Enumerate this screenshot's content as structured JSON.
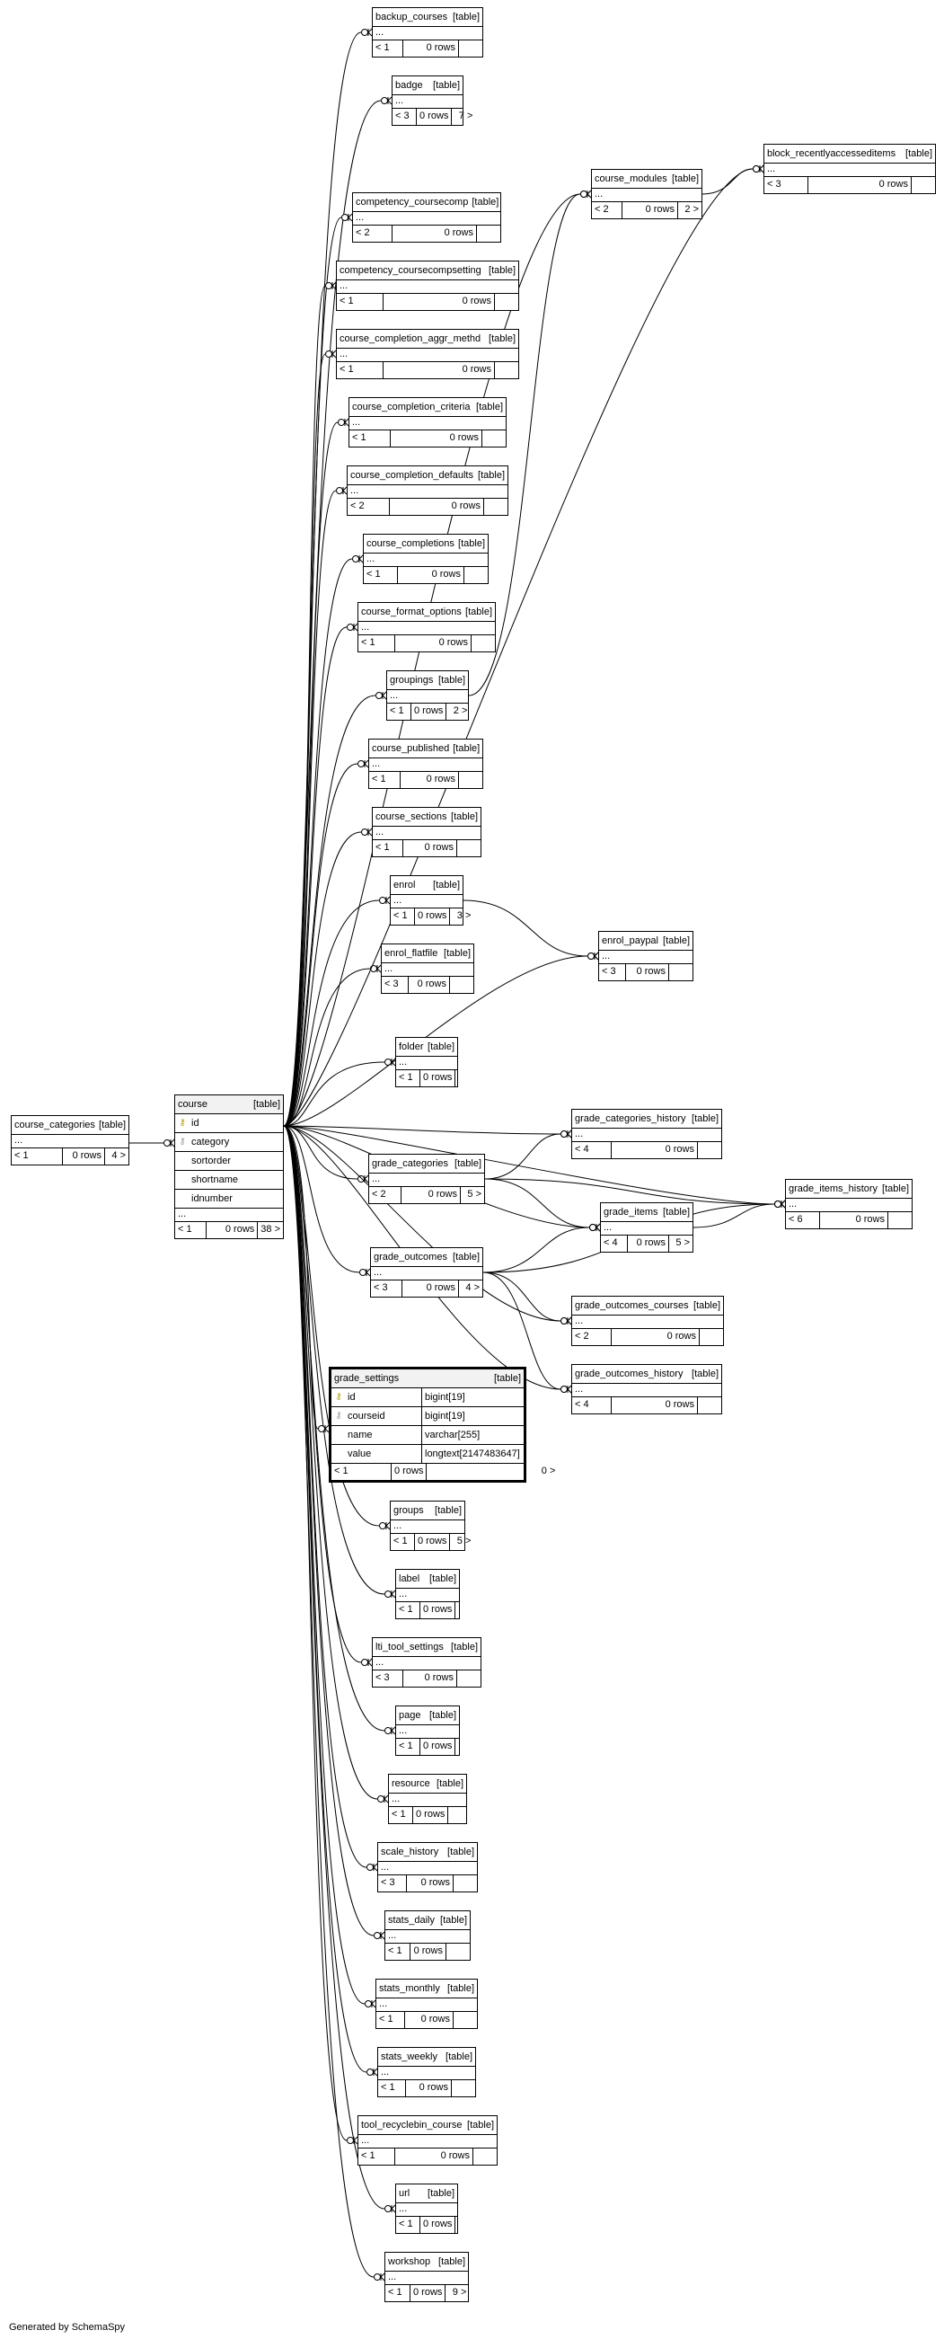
{
  "footer": "Generated by SchemaSpy",
  "tag": "[table]",
  "tables": {
    "course": {
      "name": "course",
      "columns": [
        {
          "name": "id",
          "key": "pk"
        },
        {
          "name": "category",
          "key": "fk"
        },
        {
          "name": "sortorder",
          "key": ""
        },
        {
          "name": "shortname",
          "key": ""
        },
        {
          "name": "idnumber",
          "key": ""
        }
      ],
      "parents": "< 1",
      "rows": "0 rows",
      "children": "38 >"
    },
    "course_categories": {
      "name": "course_categories",
      "parents": "< 1",
      "rows": "0 rows",
      "children": "4 >"
    },
    "grade_settings": {
      "name": "grade_settings",
      "columns": [
        {
          "name": "id",
          "key": "pk",
          "type": "bigint[19]"
        },
        {
          "name": "courseid",
          "key": "fk",
          "type": "bigint[19]"
        },
        {
          "name": "name",
          "key": "",
          "type": "varchar[255]"
        },
        {
          "name": "value",
          "key": "",
          "type": "longtext[2147483647]"
        }
      ],
      "parents": "< 1",
      "rows": "0 rows",
      "children": "0 >"
    },
    "backup_courses": {
      "name": "backup_courses",
      "parents": "< 1",
      "rows": "0 rows",
      "children": ""
    },
    "badge": {
      "name": "badge",
      "parents": "< 3",
      "rows": "0 rows",
      "children": "7 >"
    },
    "competency_coursecomp": {
      "name": "competency_coursecomp",
      "parents": "< 2",
      "rows": "0 rows",
      "children": ""
    },
    "competency_coursecompsetting": {
      "name": "competency_coursecompsetting",
      "parents": "< 1",
      "rows": "0 rows",
      "children": ""
    },
    "course_completion_aggr_methd": {
      "name": "course_completion_aggr_methd",
      "parents": "< 1",
      "rows": "0 rows",
      "children": ""
    },
    "course_completion_criteria": {
      "name": "course_completion_criteria",
      "parents": "< 1",
      "rows": "0 rows",
      "children": ""
    },
    "course_completion_defaults": {
      "name": "course_completion_defaults",
      "parents": "< 2",
      "rows": "0 rows",
      "children": ""
    },
    "course_completions": {
      "name": "course_completions",
      "parents": "< 1",
      "rows": "0 rows",
      "children": ""
    },
    "course_format_options": {
      "name": "course_format_options",
      "parents": "< 1",
      "rows": "0 rows",
      "children": ""
    },
    "groupings": {
      "name": "groupings",
      "parents": "< 1",
      "rows": "0 rows",
      "children": "2 >"
    },
    "course_published": {
      "name": "course_published",
      "parents": "< 1",
      "rows": "0 rows",
      "children": ""
    },
    "course_sections": {
      "name": "course_sections",
      "parents": "< 1",
      "rows": "0 rows",
      "children": ""
    },
    "enrol": {
      "name": "enrol",
      "parents": "< 1",
      "rows": "0 rows",
      "children": "3 >"
    },
    "enrol_flatfile": {
      "name": "enrol_flatfile",
      "parents": "< 3",
      "rows": "0 rows",
      "children": ""
    },
    "folder": {
      "name": "folder",
      "parents": "< 1",
      "rows": "0 rows",
      "children": ""
    },
    "grade_categories": {
      "name": "grade_categories",
      "parents": "< 2",
      "rows": "0 rows",
      "children": "5 >"
    },
    "grade_outcomes": {
      "name": "grade_outcomes",
      "parents": "< 3",
      "rows": "0 rows",
      "children": "4 >"
    },
    "groups": {
      "name": "groups",
      "parents": "< 1",
      "rows": "0 rows",
      "children": "5 >"
    },
    "label": {
      "name": "label",
      "parents": "< 1",
      "rows": "0 rows",
      "children": ""
    },
    "lti_tool_settings": {
      "name": "lti_tool_settings",
      "parents": "< 3",
      "rows": "0 rows",
      "children": ""
    },
    "page": {
      "name": "page",
      "parents": "< 1",
      "rows": "0 rows",
      "children": ""
    },
    "resource": {
      "name": "resource",
      "parents": "< 1",
      "rows": "0 rows",
      "children": ""
    },
    "scale_history": {
      "name": "scale_history",
      "parents": "< 3",
      "rows": "0 rows",
      "children": ""
    },
    "stats_daily": {
      "name": "stats_daily",
      "parents": "< 1",
      "rows": "0 rows",
      "children": ""
    },
    "stats_monthly": {
      "name": "stats_monthly",
      "parents": "< 1",
      "rows": "0 rows",
      "children": ""
    },
    "stats_weekly": {
      "name": "stats_weekly",
      "parents": "< 1",
      "rows": "0 rows",
      "children": ""
    },
    "tool_recyclebin_course": {
      "name": "tool_recyclebin_course",
      "parents": "< 1",
      "rows": "0 rows",
      "children": ""
    },
    "url": {
      "name": "url",
      "parents": "< 1",
      "rows": "0 rows",
      "children": ""
    },
    "workshop": {
      "name": "workshop",
      "parents": "< 1",
      "rows": "0 rows",
      "children": "9 >"
    },
    "course_modules": {
      "name": "course_modules",
      "parents": "< 2",
      "rows": "0 rows",
      "children": "2 >"
    },
    "block_recentlyaccesseditems": {
      "name": "block_recentlyaccesseditems",
      "parents": "< 3",
      "rows": "0 rows",
      "children": ""
    },
    "enrol_paypal": {
      "name": "enrol_paypal",
      "parents": "< 3",
      "rows": "0 rows",
      "children": ""
    },
    "grade_categories_history": {
      "name": "grade_categories_history",
      "parents": "< 4",
      "rows": "0 rows",
      "children": ""
    },
    "grade_items": {
      "name": "grade_items",
      "parents": "< 4",
      "rows": "0 rows",
      "children": "5 >"
    },
    "grade_items_history": {
      "name": "grade_items_history",
      "parents": "< 6",
      "rows": "0 rows",
      "children": ""
    },
    "grade_outcomes_courses": {
      "name": "grade_outcomes_courses",
      "parents": "< 2",
      "rows": "0 rows",
      "children": ""
    },
    "grade_outcomes_history": {
      "name": "grade_outcomes_history",
      "parents": "< 4",
      "rows": "0 rows",
      "children": ""
    }
  }
}
